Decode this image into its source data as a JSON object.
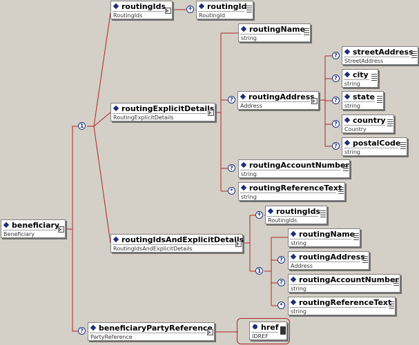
{
  "nodes": {
    "beneficiary": {
      "name": "beneficiary",
      "type": "Beneficiary"
    },
    "routingIds": {
      "name": "routingIds",
      "type": "RoutingIds"
    },
    "routingId": {
      "name": "routingId",
      "type": "RoutingId"
    },
    "routingExplicitDetails": {
      "name": "routingExplicitDetails",
      "type": "RoutingExplicitDetails"
    },
    "routingName": {
      "name": "routingName",
      "type": "string"
    },
    "routingAddress": {
      "name": "routingAddress",
      "type": "Address"
    },
    "streetAddress": {
      "name": "streetAddress",
      "type": "StreetAddress"
    },
    "city": {
      "name": "city",
      "type": "string"
    },
    "state": {
      "name": "state",
      "type": "string"
    },
    "country": {
      "name": "country",
      "type": "Country"
    },
    "postalCode": {
      "name": "postalCode",
      "type": "string"
    },
    "routingAccountNumber": {
      "name": "routingAccountNumber",
      "type": "string"
    },
    "routingReferenceText": {
      "name": "routingReferenceText",
      "type": "string"
    },
    "routingIdsAndExplicitDetails": {
      "name": "routingIdsAndExplicitDetails",
      "type": "RoutingIdsAndExplicitDetails"
    },
    "routingIds2": {
      "name": "routingIds",
      "type": "RoutingIds"
    },
    "routingName2": {
      "name": "routingName",
      "type": "string"
    },
    "routingAddress2": {
      "name": "routingAddress",
      "type": "Address"
    },
    "routingAccountNumber2": {
      "name": "routingAccountNumber",
      "type": "string"
    },
    "routingReferenceText2": {
      "name": "routingReferenceText",
      "type": "string"
    },
    "beneficiaryPartyReference": {
      "name": "beneficiaryPartyReference",
      "type": "PartyReference"
    },
    "href": {
      "name": "href",
      "type": "IDREF"
    }
  },
  "compositors": {
    "choice_main": "1",
    "seq_routingIds": "+",
    "opt_routingAddress": "?",
    "opt_streetAddress": "?",
    "opt_city": "?",
    "opt_state": "?",
    "opt_country": "?",
    "opt_postalCode": "?",
    "opt_routingAccountNumber": "?",
    "rep_routingReferenceText": "*",
    "seq_ids_and_explicit": "+",
    "choice_inner": "1",
    "opt_routingAddress2": "?",
    "opt_routingAccountNumber2": "?",
    "rep_routingReferenceText2": "*",
    "opt_beneficiaryPartyReference": "?"
  },
  "colors": {
    "connector": "#b22222",
    "icon": "#1c2f7a",
    "background": "#d4d0c8"
  }
}
